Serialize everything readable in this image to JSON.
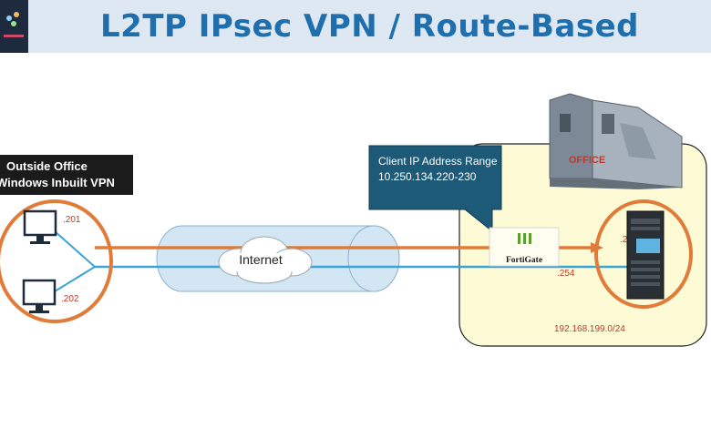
{
  "title": "L2TP IPsec VPN / Route-Based",
  "outside": {
    "line1": "Outside Office",
    "line2": "Windows Inbuilt VPN"
  },
  "clients": {
    "pc1_ip": ".201",
    "pc2_ip": ".202"
  },
  "internet_label": "Internet",
  "callout": {
    "line1": "Client IP Address Range",
    "line2": "10.250.134.220-230"
  },
  "office_label": "OFFICE",
  "fortigate_label": "FortiGate",
  "fortigate_ip": ".254",
  "server_ip": ".2",
  "lan_subnet": "192.168.199.0/24",
  "colors": {
    "title": "#1f6fae",
    "header_bg": "#dde8f3",
    "circle": "#e07b39",
    "tunnel_line": "#e07b39",
    "link_line": "#3aa4d6",
    "office_area": "#fdfbd6",
    "callout": "#1c5a78"
  }
}
